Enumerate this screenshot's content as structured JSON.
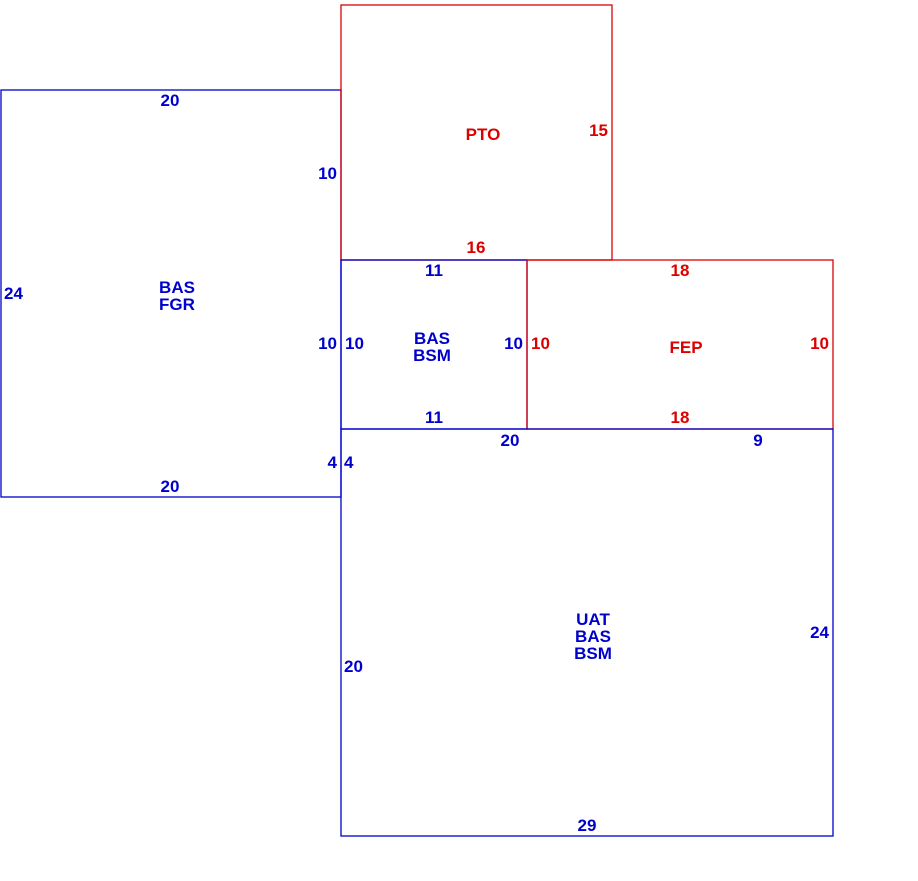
{
  "colors": {
    "living": "#0000cc",
    "other": "#dd0000",
    "background": "#ffffff"
  },
  "areas": [
    {
      "id": "bas-fgr",
      "lines": [
        "BAS",
        "FGR"
      ],
      "color": "living",
      "edges": {
        "top": "20",
        "bottom": "20",
        "left": "24",
        "right_upper": "10",
        "right_middle": "10",
        "right_lower": "4"
      }
    },
    {
      "id": "pto",
      "lines": [
        "PTO"
      ],
      "color": "other",
      "edges": {
        "right": "15",
        "bottom": "16"
      }
    },
    {
      "id": "bas-bsm",
      "lines": [
        "BAS",
        "BSM"
      ],
      "color": "living",
      "edges": {
        "top": "11",
        "bottom": "11",
        "left": "10",
        "right": "10"
      }
    },
    {
      "id": "fep",
      "lines": [
        "FEP"
      ],
      "color": "other",
      "edges": {
        "top": "18",
        "bottom": "18",
        "left": "10",
        "right": "10"
      }
    },
    {
      "id": "uat-bas-bsm",
      "lines": [
        "UAT",
        "BAS",
        "BSM"
      ],
      "color": "living",
      "edges": {
        "top_left": "20",
        "top_right": "9",
        "left_upper": "4",
        "left": "20",
        "right": "24",
        "bottom": "29"
      }
    }
  ]
}
